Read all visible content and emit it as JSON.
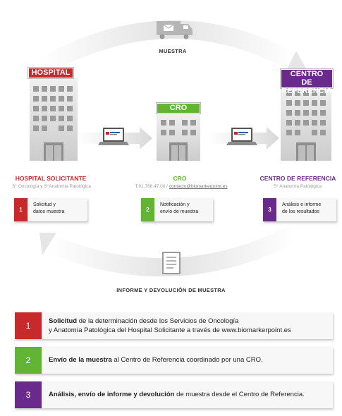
{
  "colors": {
    "red": "#c62a2a",
    "green": "#61b533",
    "purple": "#6a2a8c",
    "grey_arrow": "#e2e2e2"
  },
  "top_flow": {
    "label": "MUESTRA",
    "icon": "truck-icon"
  },
  "bottom_flow": {
    "label": "INFORME Y DEVOLUCIÓN DE MUESTRA",
    "icon": "report-document-icon"
  },
  "signs": {
    "hospital": "HOSPITAL",
    "cro": "CRO",
    "centro_line1": "CENTRO",
    "centro_line2": "DE REFERENCIA"
  },
  "sections": {
    "hospital": {
      "title": "HOSPITAL SOLICITANTE",
      "subtitle": "S° Oncología y S°Anatomia Patológica",
      "card_number": "1",
      "card_line1": "Solicitud y",
      "card_line2": "datos muestra"
    },
    "cro": {
      "title": "CRO",
      "phone": "T.91.768.47.00 /",
      "email": "contacto@biomarkerpoint.es",
      "card_number": "2",
      "card_line1": "Notificación y",
      "card_line2": "envío de muestra"
    },
    "centro": {
      "title": "CENTRO DE REFERENCIA",
      "subtitle": "S° Anatomía Patológica",
      "card_number": "3",
      "card_line1": "Análisis e informe",
      "card_line2": "de los resultados"
    }
  },
  "steps": [
    {
      "number": "1",
      "bold": "Solicitud",
      "line1_rest": " de la determinación desde los Servicios de Oncología",
      "line2": "y Anatomía Patológica del Hospital Solicitante a través de www.biomarkerpoint.es"
    },
    {
      "number": "2",
      "bold": "Envío de la muestra",
      "line1_rest": " al Centro de Referencia coordinado por una CRO."
    },
    {
      "number": "3",
      "bold": "Análisis, envío de informe y devolución",
      "line1_rest": " de muestra desde el Centro de Referencia."
    }
  ]
}
